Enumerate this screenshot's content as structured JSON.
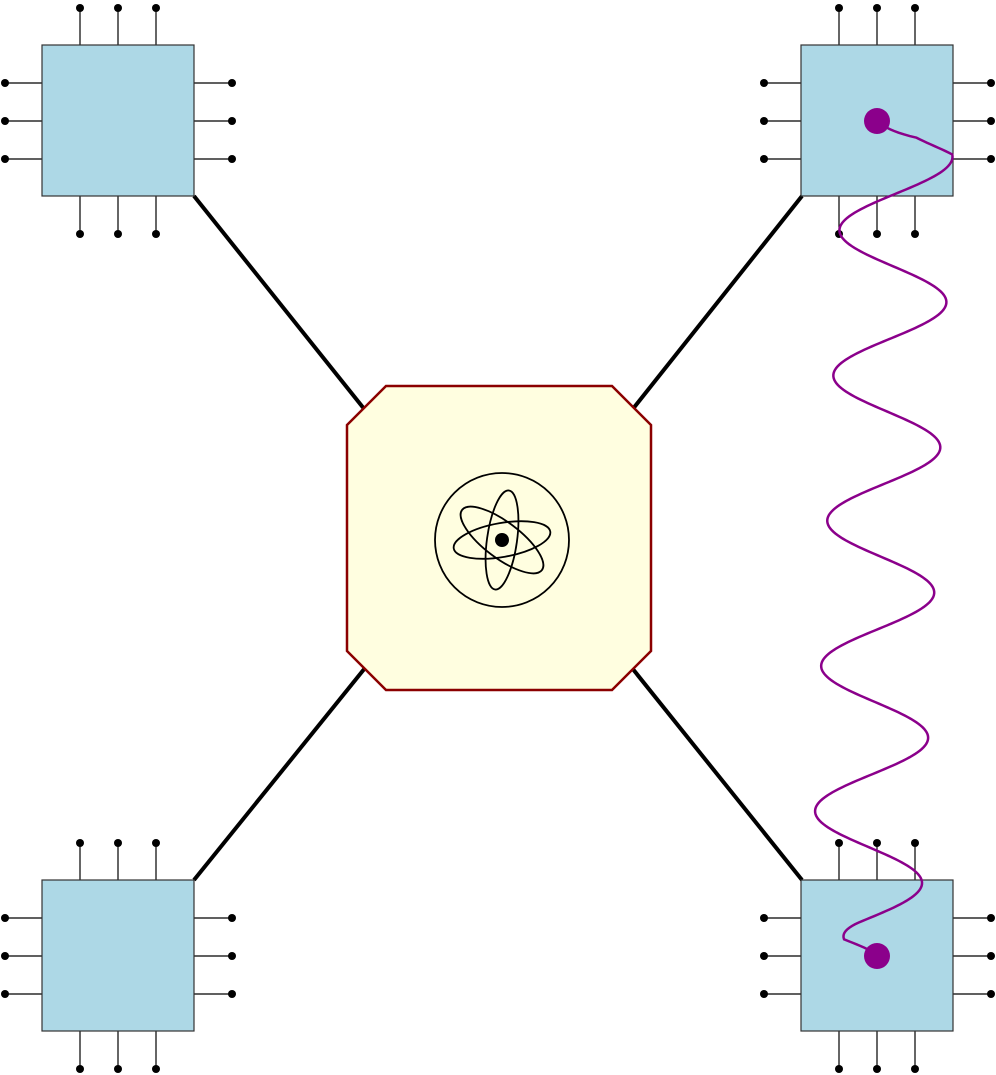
{
  "colors": {
    "chip_fill": "#add8e6",
    "chip_stroke": "#333333",
    "hub_fill": "#fffee0",
    "hub_stroke": "#8b0000",
    "link_stroke": "#000000",
    "wave_stroke": "#8b008b",
    "endpoint_fill": "#8b008b"
  },
  "icons": {
    "hub": "atom-icon"
  },
  "nodes": [
    {
      "id": "top-left",
      "kind": "chip"
    },
    {
      "id": "top-right",
      "kind": "chip"
    },
    {
      "id": "bottom-left",
      "kind": "chip"
    },
    {
      "id": "bottom-right",
      "kind": "chip"
    },
    {
      "id": "center",
      "kind": "hub"
    }
  ],
  "edges": [
    {
      "from": "top-left",
      "to": "center"
    },
    {
      "from": "top-right",
      "to": "center"
    },
    {
      "from": "bottom-left",
      "to": "center"
    },
    {
      "from": "bottom-right",
      "to": "center"
    },
    {
      "from": "top-right",
      "to": "bottom-right",
      "style": "wavy"
    }
  ]
}
